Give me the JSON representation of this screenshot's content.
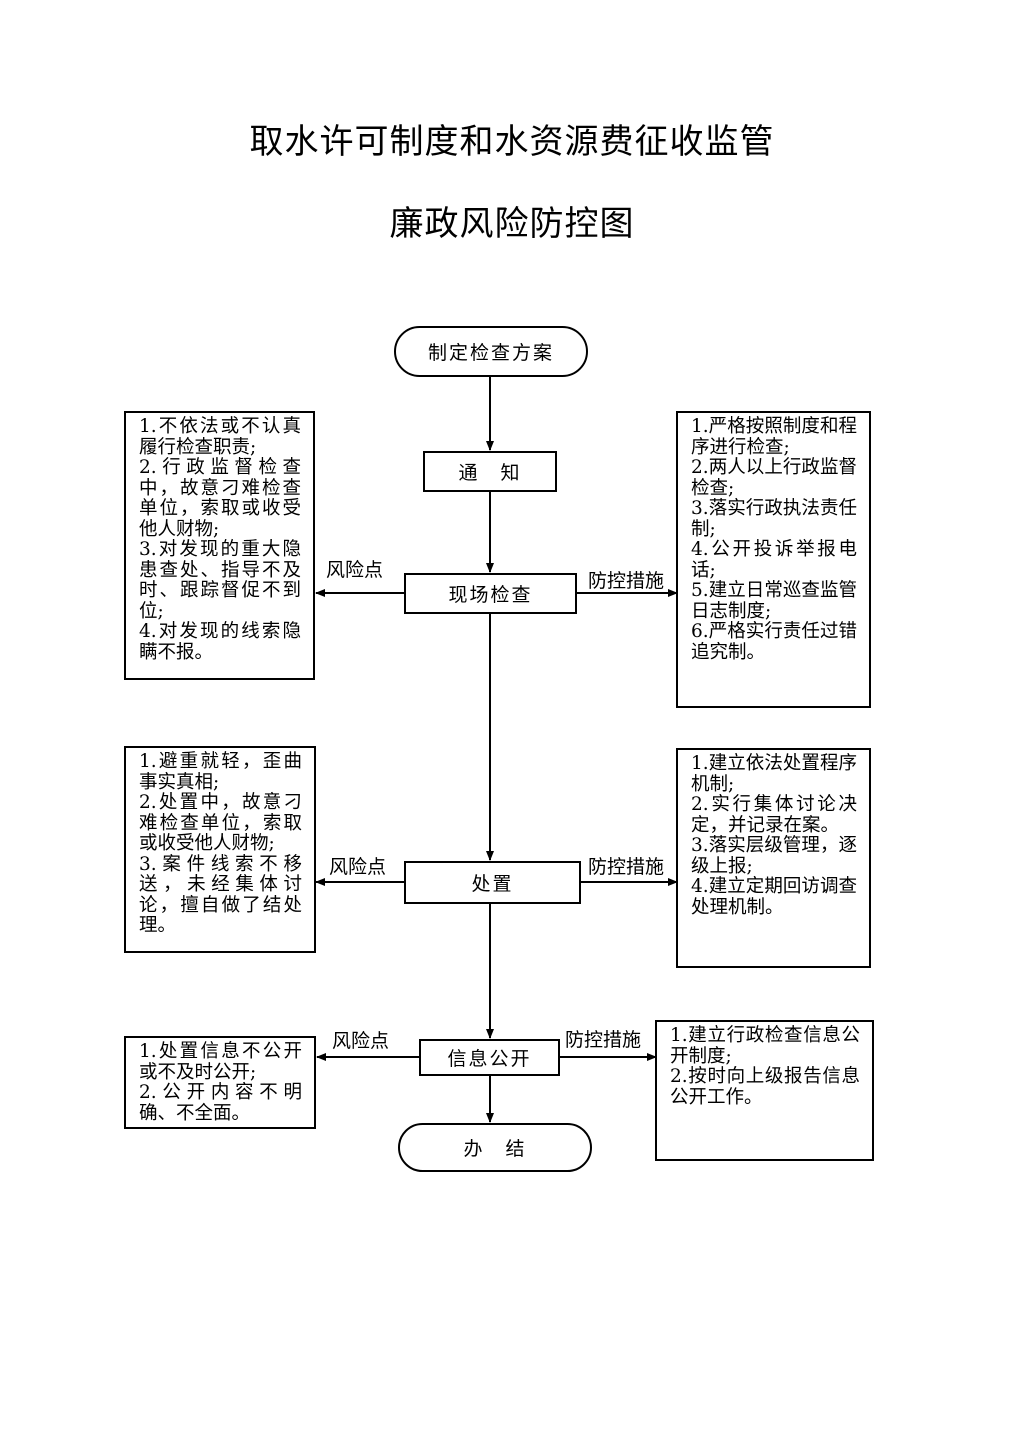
{
  "title": {
    "line1": "取水许可制度和水资源费征收监管",
    "line2": "廉政风险防控图"
  },
  "flow": {
    "start": "制定检查方案",
    "notice": "通　知",
    "inspect": "现场检查",
    "handle": "处置",
    "publish": "信息公开",
    "end": "办　结"
  },
  "edge_labels": {
    "risk": "风险点",
    "control": "防控措施"
  },
  "inspect_risks": [
    "1.不依法或不认真履行检查职责;",
    "2.行政监督检查中，故意刁难检查单位，索取或收受他人财物;",
    "3.对发现的重大隐患查处、指导不及时、跟踪督促不到位;",
    "4.对发现的线索隐瞒不报。"
  ],
  "inspect_controls": [
    "1.严格按照制度和程序进行检查;",
    "2.两人以上行政监督检查;",
    "3.落实行政执法责任制;",
    "4.公开投诉举报电话;",
    "5.建立日常巡查监管日志制度;",
    "6.严格实行责任过错追究制。"
  ],
  "handle_risks": [
    "1.避重就轻，歪曲事实真相;",
    "2.处置中，故意刁难检查单位，索取或收受他人财物;",
    "3.案件线索不移送，未经集体讨论，擅自做了结处理。"
  ],
  "handle_controls": [
    "1.建立依法处置程序机制;",
    "2.实行集体讨论决定，并记录在案。",
    "3.落实层级管理，逐级上报;",
    "4.建立定期回访调查处理机制。"
  ],
  "publish_risks": [
    "1.处置信息不公开或不及时公开;",
    "2.公开内容不明确、不全面。"
  ],
  "publish_controls": [
    "1.建立行政检查信息公开制度;",
    "2.按时向上级报告信息公开工作。"
  ]
}
